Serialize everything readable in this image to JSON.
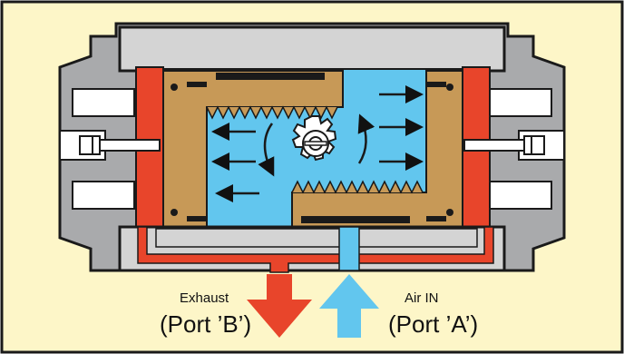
{
  "labels": {
    "exhaust": "Exhaust",
    "exhaust_port": "(Port ’B’)",
    "air_in": "Air IN",
    "air_port": "(Port ’A’)"
  },
  "colors": {
    "background": "#fdf6c8",
    "housing": "#a9aaac",
    "cap": "#d4d4d4",
    "piston": "#c79957",
    "air": "#62c6ee",
    "end_cap_red": "#e8452b",
    "outline": "#1a1a1a"
  },
  "icons": {
    "exhaust_arrow": "arrow-down-red",
    "air_in_arrow": "arrow-up-blue",
    "flow_arrows": "arrow-right / arrow-left",
    "rotation": "curved-rotation-arrows"
  }
}
